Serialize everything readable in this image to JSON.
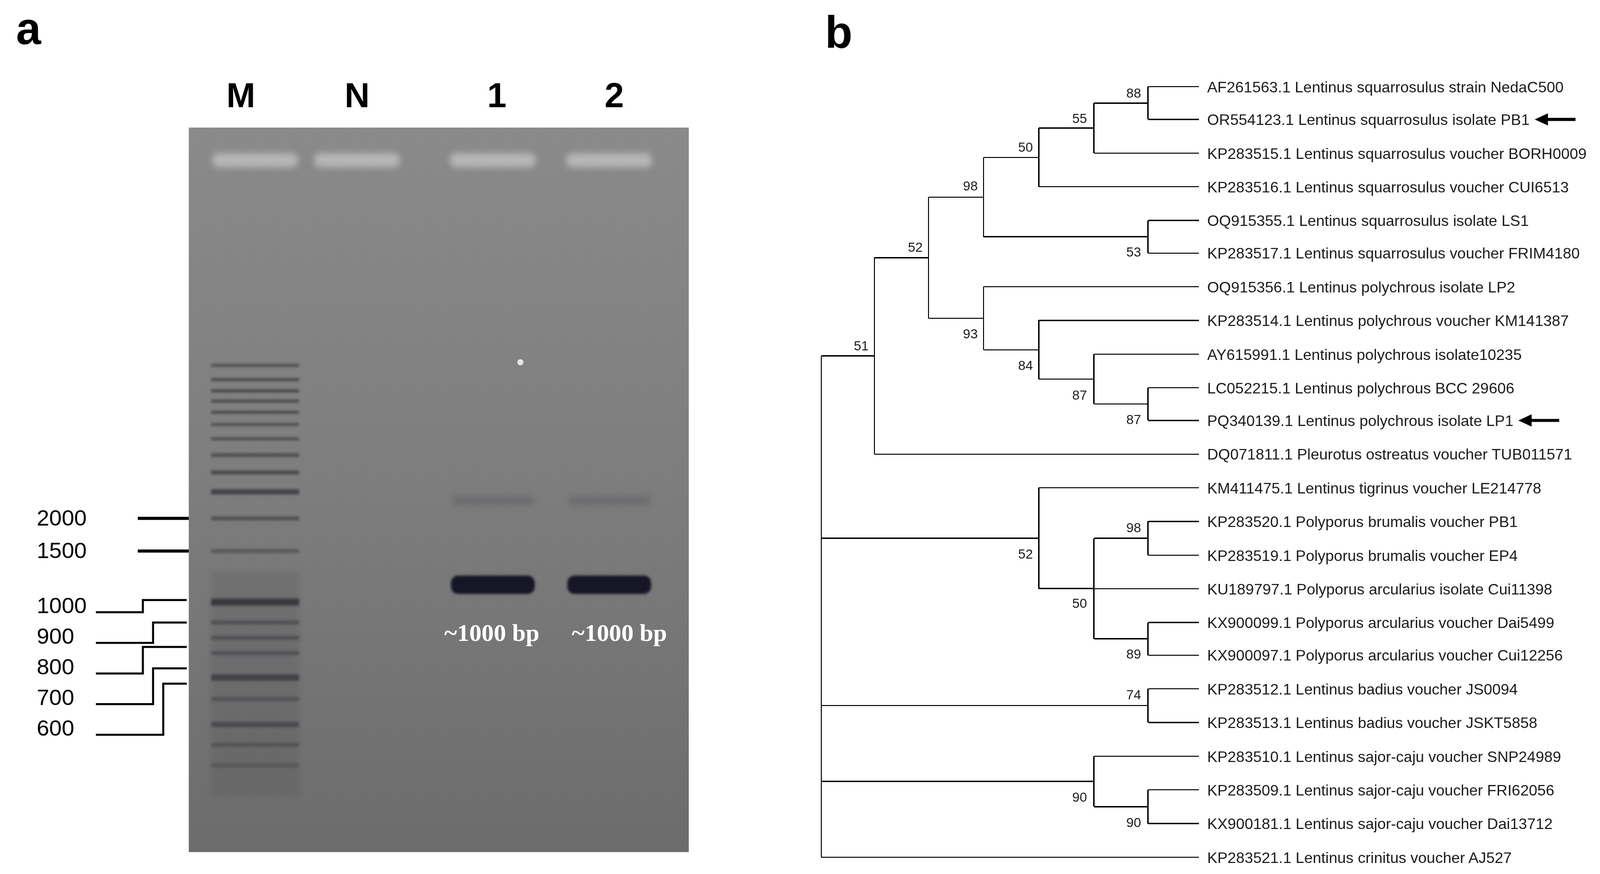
{
  "diagram": {
    "labels": [
      "a",
      "M",
      "N",
      "1",
      "2",
      "2000",
      "1500",
      "1000",
      "900",
      "800",
      "700",
      "600",
      "~1000 bp",
      "~1000 bp",
      "b",
      "AF261563.1 Lentinus squarrosulus strain NedaC500",
      "OR554123.1 Lentinus squarrosulus isolate PB1",
      "KP283515.1 Lentinus squarrosulus voucher BORH0009",
      "KP283516.1 Lentinus squarrosulus voucher CUI6513",
      "OQ915355.1 Lentinus squarrosulus isolate LS1",
      "KP283517.1 Lentinus squarrosulus voucher FRIM4180",
      "OQ915356.1 Lentinus polychrous isolate LP2",
      "KP283514.1 Lentinus polychrous voucher KM141387",
      "AY615991.1 Lentinus polychrous isolate10235",
      "LC052215.1 Lentinus polychrous BCC 29606",
      "PQ340139.1 Lentinus polychrous isolate LP1",
      "DQ071811.1 Pleurotus ostreatus voucher TUB011571",
      "KM411475.1 Lentinus tigrinus voucher LE214778",
      "KP283520.1 Polyporus brumalis voucher PB1",
      "KP283519.1 Polyporus brumalis voucher EP4",
      "KU189797.1 Polyporus arcularius isolate Cui11398",
      "KX900099.1 Polyporus arcularius voucher Dai5499",
      "KX900097.1 Polyporus arcularius voucher Cui12256",
      "KP283512.1 Lentinus badius voucher JS0094",
      "KP283513.1 Lentinus badius voucher JSKT5858",
      "KP283510.1 Lentinus sajor-caju voucher SNP24989",
      "KP283509.1 Lentinus sajor-caju voucher FRI62056",
      "KX900181.1 Lentinus sajor-caju voucher Dai13712",
      "KP283521.1 Lentinus crinitus voucher AJ527",
      "88",
      "55",
      "50",
      "98",
      "52",
      "53",
      "93",
      "51",
      "84",
      "87",
      "87",
      "98",
      "52",
      "50",
      "89",
      "74",
      "90",
      "90"
    ]
  }
}
